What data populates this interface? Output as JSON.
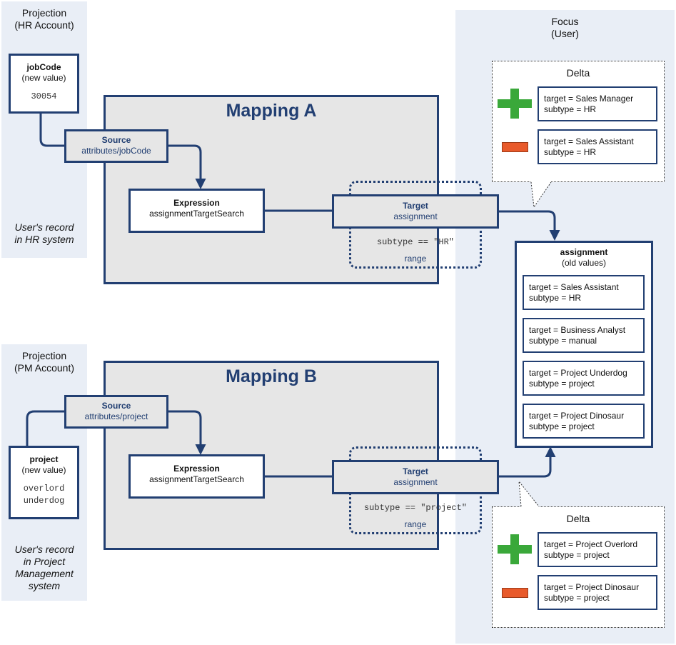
{
  "projection_hr": {
    "title_line1": "Projection",
    "title_line2": "(HR Account)",
    "attr_name": "jobCode",
    "attr_sub": "(new value)",
    "attr_value": "30054",
    "caption_line1": "User's record",
    "caption_line2": "in HR system"
  },
  "projection_pm": {
    "title_line1": "Projection",
    "title_line2": "(PM Account)",
    "attr_name": "project",
    "attr_sub": "(new value)",
    "attr_value_1": "overlord",
    "attr_value_2": "underdog",
    "caption_line1": "User's record",
    "caption_line2": "in Project",
    "caption_line3": "Management",
    "caption_line4": "system"
  },
  "mapping_a": {
    "title": "Mapping A",
    "source_label": "Source",
    "source_path": "attributes/jobCode",
    "expression_label": "Expression",
    "expression_name": "assignmentTargetSearch",
    "target_label": "Target",
    "target_name": "assignment",
    "range_filter": "subtype == \"HR\"",
    "range_label": "range"
  },
  "mapping_b": {
    "title": "Mapping B",
    "source_label": "Source",
    "source_path": "attributes/project",
    "expression_label": "Expression",
    "expression_name": "assignmentTargetSearch",
    "target_label": "Target",
    "target_name": "assignment",
    "range_filter": "subtype == \"project\"",
    "range_label": "range"
  },
  "focus": {
    "title_line1": "Focus",
    "title_line2": "(User)",
    "assignment_label": "assignment",
    "assignment_sub": "(old values)",
    "old_values": [
      {
        "target": "target = Sales Assistant",
        "subtype": "subtype = HR"
      },
      {
        "target": "target = Business Analyst",
        "subtype": "subtype = manual"
      },
      {
        "target": "target = Project Underdog",
        "subtype": "subtype = project"
      },
      {
        "target": "target = Project Dinosaur",
        "subtype": "subtype = project"
      }
    ]
  },
  "delta_a": {
    "title": "Delta",
    "add": {
      "target": "target = Sales Manager",
      "subtype": "subtype = HR"
    },
    "remove": {
      "target": "target = Sales Assistant",
      "subtype": "subtype = HR"
    }
  },
  "delta_b": {
    "title": "Delta",
    "add": {
      "target": "target = Project Overlord",
      "subtype": "subtype = project"
    },
    "remove": {
      "target": "target = Project Dinosaur",
      "subtype": "subtype = project"
    }
  },
  "colors": {
    "navy": "#223f72",
    "panel": "#e9eef6",
    "mapping_fill": "#e6e6e6",
    "add": "#3aa83a",
    "remove": "#e85a2b"
  },
  "icons": {
    "add": "plus-icon",
    "remove": "minus-icon"
  }
}
